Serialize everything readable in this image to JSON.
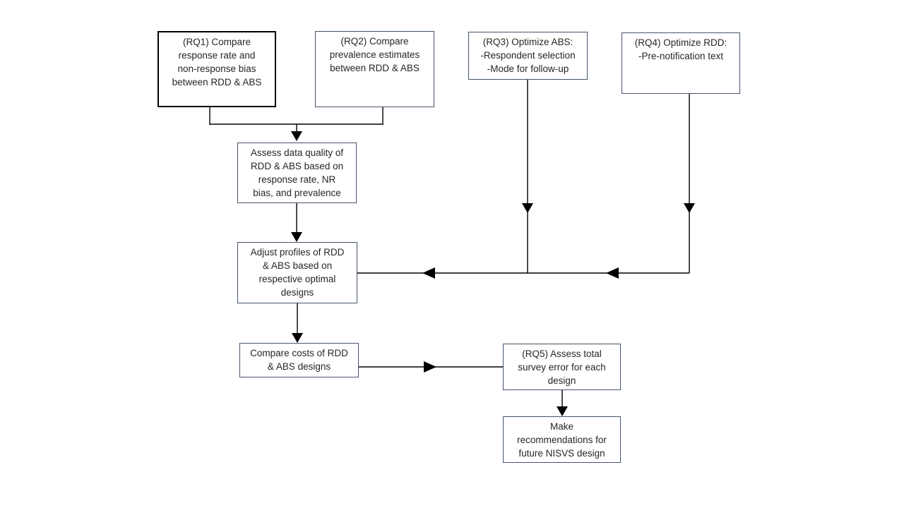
{
  "diagram": {
    "colors": {
      "background": "#ffffff",
      "connector": "#000000",
      "box_border_accent": "#44546a",
      "box_border_primary": "#000000",
      "text": "#262626"
    },
    "boxes": {
      "rq1": {
        "label": "(RQ1) Compare\nresponse rate and\nnon-response bias\nbetween  RDD & ABS"
      },
      "rq2": {
        "label": "(RQ2) Compare\nprevalence estimates\nbetween  RDD & ABS"
      },
      "rq3": {
        "label": "(RQ3) Optimize ABS:\n-Respondent selection\n-Mode for follow-up"
      },
      "rq4": {
        "label": "(RQ4) Optimize RDD:\n-Pre-notification text"
      },
      "assess": {
        "label": "Assess data quality of\nRDD & ABS based on\nresponse rate, NR\nbias, and prevalence"
      },
      "adjust": {
        "label": "Adjust profiles of RDD\n& ABS based on\nrespective optimal\ndesigns"
      },
      "costs": {
        "label": "Compare  costs of RDD\n& ABS designs"
      },
      "rq5": {
        "label": "(RQ5) Assess total\nsurvey error for each\ndesign"
      },
      "makerec": {
        "label": "Make\nrecommendations  for\nfuture NISVS design"
      }
    }
  }
}
